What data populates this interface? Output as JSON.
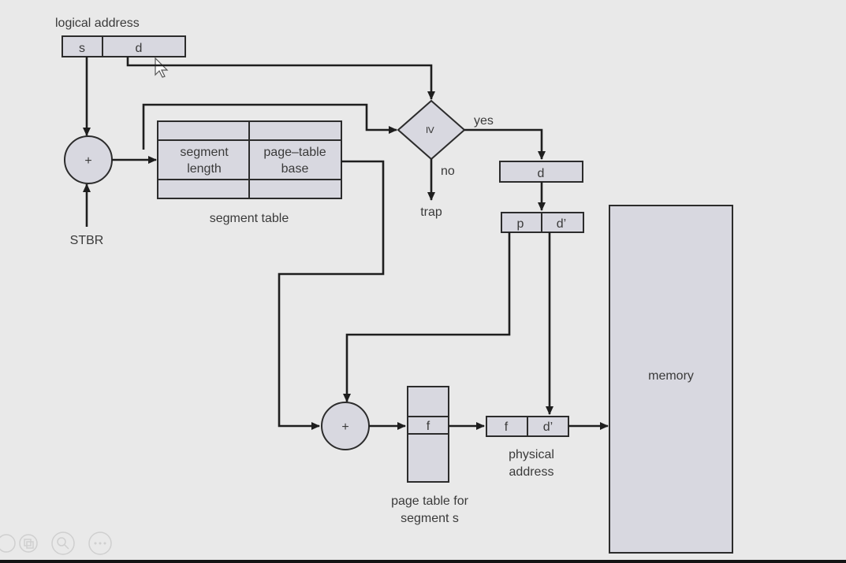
{
  "colors": {
    "background": "#e9e9e9",
    "box_fill": "#d8d8e0",
    "line": "#1e1e1e"
  },
  "logical_address": {
    "title": "logical address",
    "s": "s",
    "d": "d"
  },
  "stbr": "STBR",
  "adder_symbol": "+",
  "segment_table": {
    "caption": "segment table",
    "col1": [
      "segment",
      "length"
    ],
    "col2": [
      "page–table",
      "base"
    ]
  },
  "comparator": {
    "symbol": "≥",
    "yes": "yes",
    "no": "no",
    "trap": "trap"
  },
  "offset_d": "d",
  "split_address": {
    "p": "p",
    "d_prime": "d’"
  },
  "page_table": {
    "entry": "f",
    "caption": [
      "page table for",
      "segment s"
    ]
  },
  "physical_address": {
    "f": "f",
    "d_prime": "d’",
    "caption": [
      "physical",
      "address"
    ]
  },
  "memory": "memory",
  "toolbar_icons": [
    "prev-icon",
    "pages-icon",
    "zoom-icon",
    "more-icon"
  ]
}
